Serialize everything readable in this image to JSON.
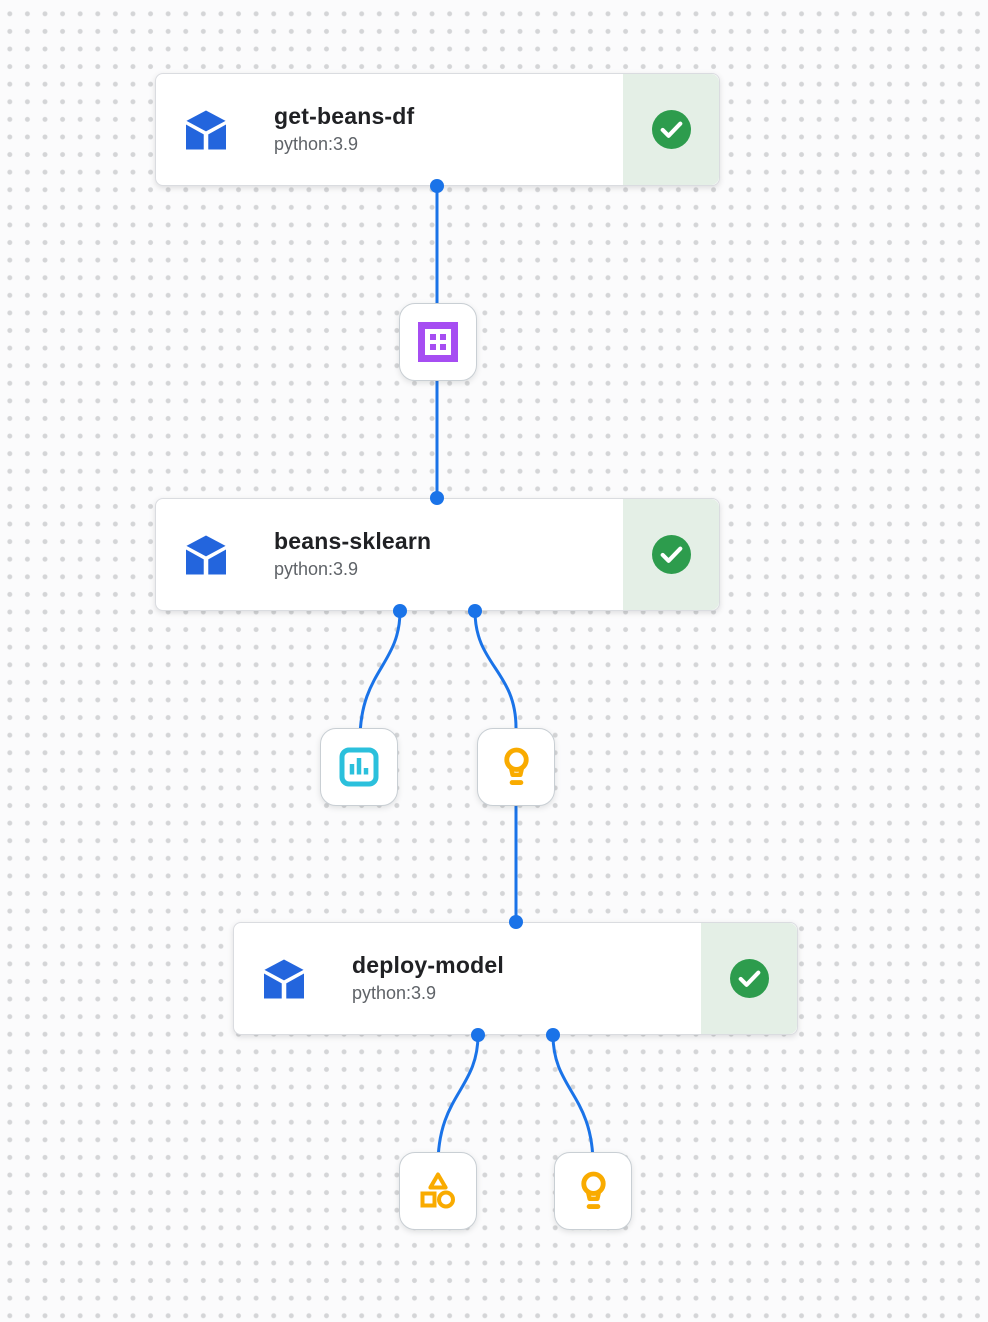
{
  "diagram": {
    "type": "pipeline-dag",
    "tasks": [
      {
        "title": "get-beans-df",
        "subtitle": "python:3.9",
        "status_icon": "success-check-icon"
      },
      {
        "title": "beans-sklearn",
        "subtitle": "python:3.9",
        "status_icon": "success-check-icon"
      },
      {
        "title": "deploy-model",
        "subtitle": "python:3.9",
        "status_icon": "success-check-icon"
      }
    ],
    "artifacts": [
      {
        "name": "dataset-artifact",
        "icon": "dataset-grid-icon"
      },
      {
        "name": "metrics-artifact",
        "icon": "bar-chart-icon"
      },
      {
        "name": "model-artifact",
        "icon": "lightbulb-icon"
      },
      {
        "name": "generic-artifact",
        "icon": "shapes-icon"
      },
      {
        "name": "model-artifact",
        "icon": "lightbulb-icon"
      }
    ]
  },
  "colors": {
    "edge_blue": "#1A73E8",
    "step_icon_blue": "#2365DD",
    "dataset_purple": "#A64DF2",
    "metrics_cyan": "#2BC0DC",
    "model_amber": "#F9AB00",
    "success_green": "#2D9C4D",
    "success_bg_green": "#E4EFE6",
    "title_text": "#202124",
    "subtitle_text": "#5F6368",
    "card_border": "#DADCE0",
    "artifact_border": "#C9CFD4",
    "canvas_bg": "#FBFBFC",
    "dot_grid": "#D4D5D7"
  }
}
